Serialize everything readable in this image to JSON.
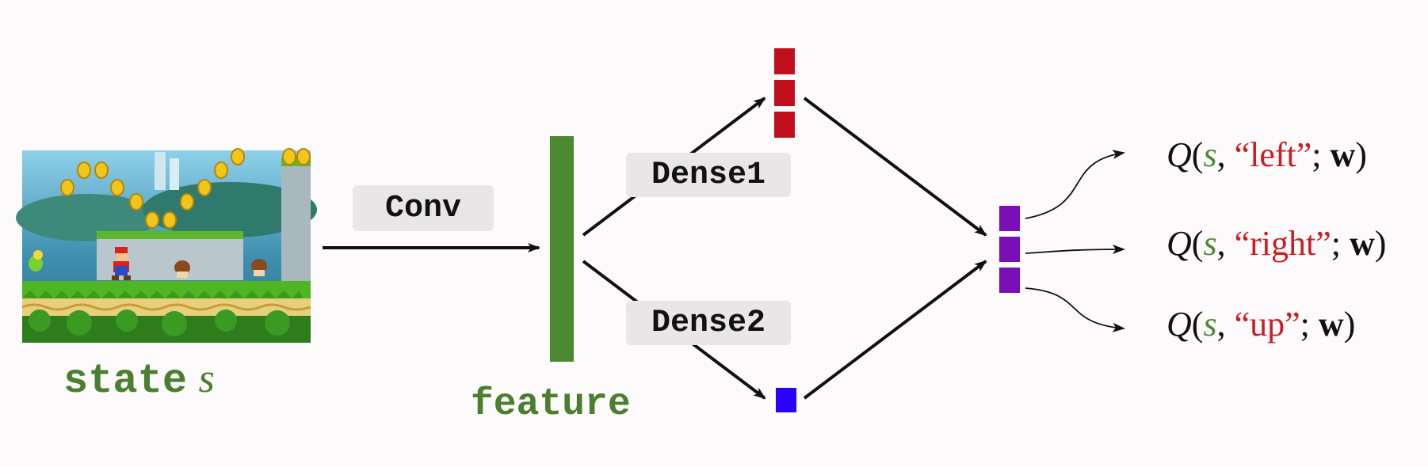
{
  "input": {
    "caption_text": "state",
    "caption_symbol": "s",
    "image_icon": "mario-game-screenshot"
  },
  "layers": {
    "conv_label": "Conv",
    "dense1_label": "Dense1",
    "dense2_label": "Dense2"
  },
  "feature": {
    "label": "feature"
  },
  "outputs": [
    {
      "Q": "Q",
      "open": "(",
      "state": "s",
      "sep": ",",
      "action": "“left”",
      "semi": ";",
      "weight": "w",
      "close": ")"
    },
    {
      "Q": "Q",
      "open": "(",
      "state": "s",
      "sep": ",",
      "action": "“right”",
      "semi": ";",
      "weight": "w",
      "close": ")"
    },
    {
      "Q": "Q",
      "open": "(",
      "state": "s",
      "sep": ",",
      "action": "“up”",
      "semi": ";",
      "weight": "w",
      "close": ")"
    }
  ],
  "colors": {
    "feature_bar": "#4b8a32",
    "dense1_vector": "#c0101e",
    "dense2_vector": "#2a00ff",
    "output_vector": "#7a0fb5",
    "state_green": "#4e8a35",
    "action_red": "#cc1e22"
  }
}
